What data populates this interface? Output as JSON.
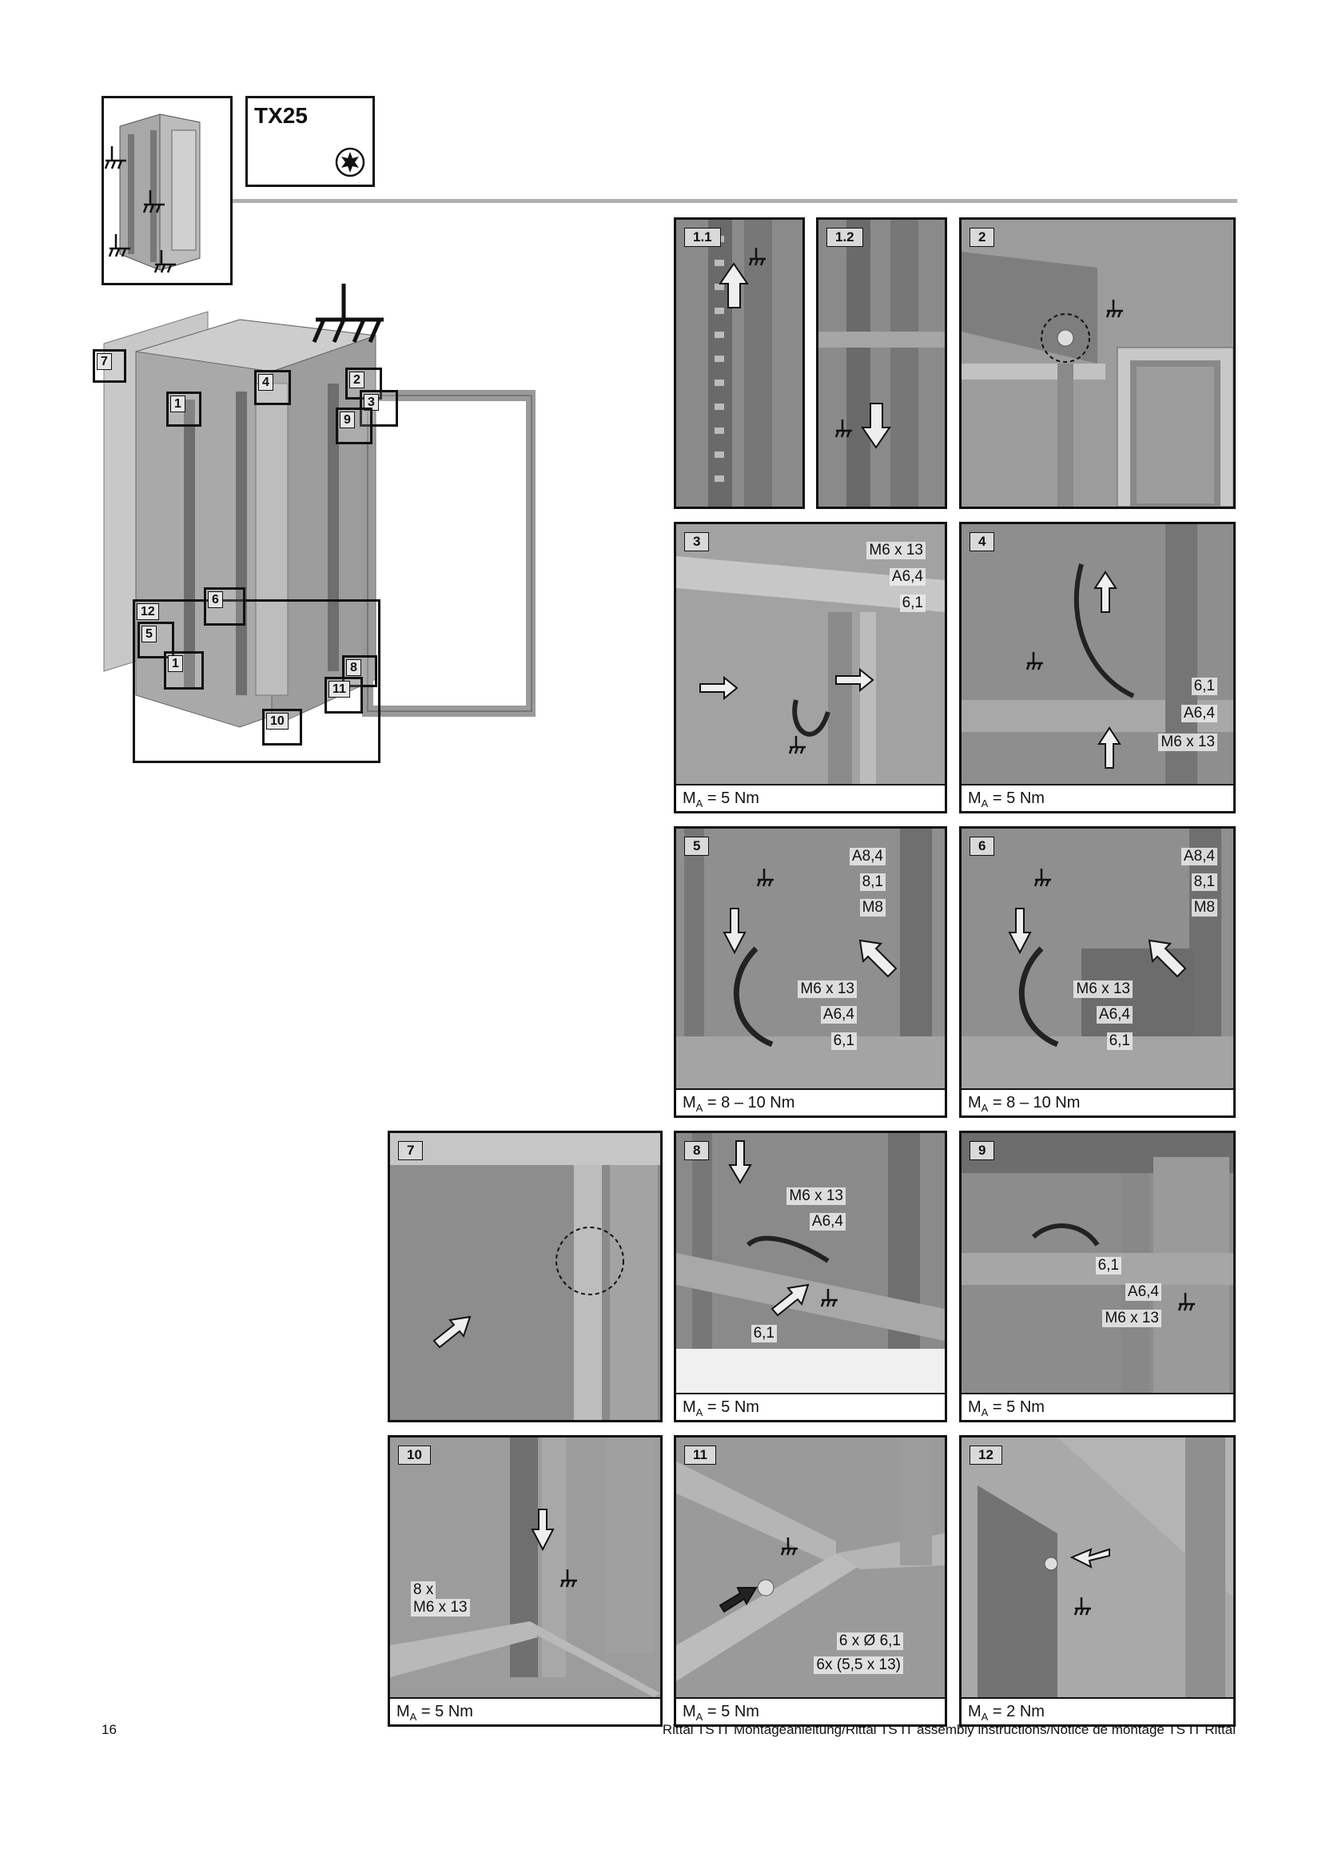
{
  "tool": {
    "label": "TX25",
    "icon": "torx-icon"
  },
  "colors": {
    "rule": "#b0b0b0",
    "panel_bg": "#9a9a9a",
    "label_bg": "#d9d9d9",
    "text": "#111111"
  },
  "overview_callouts": [
    "7",
    "1",
    "4",
    "2",
    "3",
    "9",
    "6",
    "12",
    "5",
    "1",
    "8",
    "11",
    "10"
  ],
  "panels": [
    {
      "id": "1.1",
      "torque": null,
      "labels": []
    },
    {
      "id": "1.2",
      "torque": null,
      "labels": []
    },
    {
      "id": "2",
      "torque": null,
      "labels": []
    },
    {
      "id": "3",
      "torque": {
        "m": "M",
        "sub": "A",
        "value": " = 5 Nm"
      },
      "labels": [
        "M6 x 13",
        "A6,4",
        "6,1"
      ]
    },
    {
      "id": "4",
      "torque": {
        "m": "M",
        "sub": "A",
        "value": " = 5 Nm"
      },
      "labels": [
        "6,1",
        "A6,4",
        "M6 x 13"
      ]
    },
    {
      "id": "5",
      "torque": {
        "m": "M",
        "sub": "A",
        "value": " = 8 – 10 Nm"
      },
      "labels": [
        "A8,4",
        "8,1",
        "M8",
        "M6 x 13",
        "A6,4",
        "6,1"
      ]
    },
    {
      "id": "6",
      "torque": {
        "m": "M",
        "sub": "A",
        "value": " = 8 – 10 Nm"
      },
      "labels": [
        "A8,4",
        "8,1",
        "M8",
        "M6 x 13",
        "A6,4",
        "6,1"
      ]
    },
    {
      "id": "7",
      "torque": null,
      "labels": []
    },
    {
      "id": "8",
      "torque": {
        "m": "M",
        "sub": "A",
        "value": " = 5 Nm"
      },
      "labels": [
        "M6 x 13",
        "A6,4",
        "6,1"
      ]
    },
    {
      "id": "9",
      "torque": {
        "m": "M",
        "sub": "A",
        "value": " = 5 Nm"
      },
      "labels": [
        "6,1",
        "A6,4",
        "M6 x 13"
      ]
    },
    {
      "id": "10",
      "torque": {
        "m": "M",
        "sub": "A",
        "value": " = 5 Nm"
      },
      "labels": [
        "8 x",
        "M6 x 13"
      ]
    },
    {
      "id": "11",
      "torque": {
        "m": "M",
        "sub": "A",
        "value": " = 5 Nm"
      },
      "labels": [
        "6 x Ø 6,1",
        "6x (5,5 x 13)"
      ]
    },
    {
      "id": "12",
      "torque": {
        "m": "M",
        "sub": "A",
        "value": " = 2 Nm"
      },
      "labels": []
    }
  ],
  "footer": {
    "page": "16",
    "text": "Rittal TS IT Montageanleitung/Rittal TS IT assembly instructions/Notice de montage TS IT Rittal"
  }
}
